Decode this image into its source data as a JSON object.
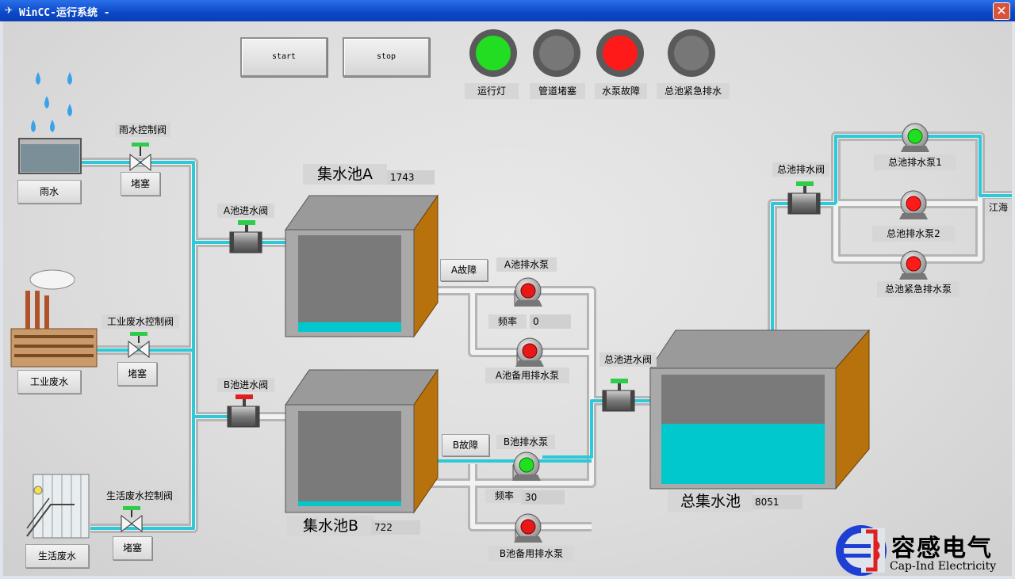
{
  "window": {
    "title": "WinCC-运行系统 -",
    "close": "✕"
  },
  "buttons": {
    "start": "start",
    "stop": "stop"
  },
  "lamps": [
    {
      "label": "运行灯",
      "color": "#22dd22"
    },
    {
      "label": "管道堵塞",
      "color": "#777777"
    },
    {
      "label": "水泵故障",
      "color": "#ff1a1a"
    },
    {
      "label": "总池紧急排水",
      "color": "#777777"
    }
  ],
  "sources": {
    "rain": {
      "label": "雨水",
      "valve": "雨水控制阀",
      "valve_status": "堵塞"
    },
    "industrial": {
      "label": "工业废水",
      "valve": "工业废水控制阀",
      "valve_status": "堵塞"
    },
    "domestic": {
      "label": "生活废水",
      "valve": "生活废水控制阀",
      "valve_status": "堵塞"
    }
  },
  "tank_a": {
    "name": "集水池A",
    "level_value": "1743",
    "inlet_valve": "A池进水阀",
    "fault": "A故障",
    "pump": "A池排水泵",
    "freq_label": "频率",
    "freq_value": "0",
    "backup_pump": "A池备用排水泵",
    "fill_level": 0.1
  },
  "tank_b": {
    "name": "集水池B",
    "level_value": "722",
    "inlet_valve": "B池进水阀",
    "fault": "B故障",
    "pump": "B池排水泵",
    "freq_label": "频率",
    "freq_value": "30",
    "backup_pump": "B池备用排水泵",
    "fill_level": 0.05
  },
  "main_tank": {
    "name": "总集水池",
    "level_value": "8051",
    "inlet_valve": "总池进水阀",
    "outlet_valve": "总池排水阀",
    "fill_level": 0.55
  },
  "main_pumps": [
    {
      "label": "总池排水泵1",
      "status_color": "#22dd22"
    },
    {
      "label": "总池排水泵2",
      "status_color": "#ff1a1a"
    },
    {
      "label": "总池紧急排水泵",
      "status_color": "#ff1a1a"
    }
  ],
  "destination": "江海",
  "logo": {
    "text_cn": "容感电气",
    "text_en": "Cap-Ind Electricity"
  },
  "colors": {
    "water": "#2ec8d6",
    "pipe": "#e6e6e6",
    "tank_body": "#8a8a8a",
    "tank_side": "#b8720d",
    "valve_green": "#2fcc4a",
    "valve_red": "#e02020"
  }
}
